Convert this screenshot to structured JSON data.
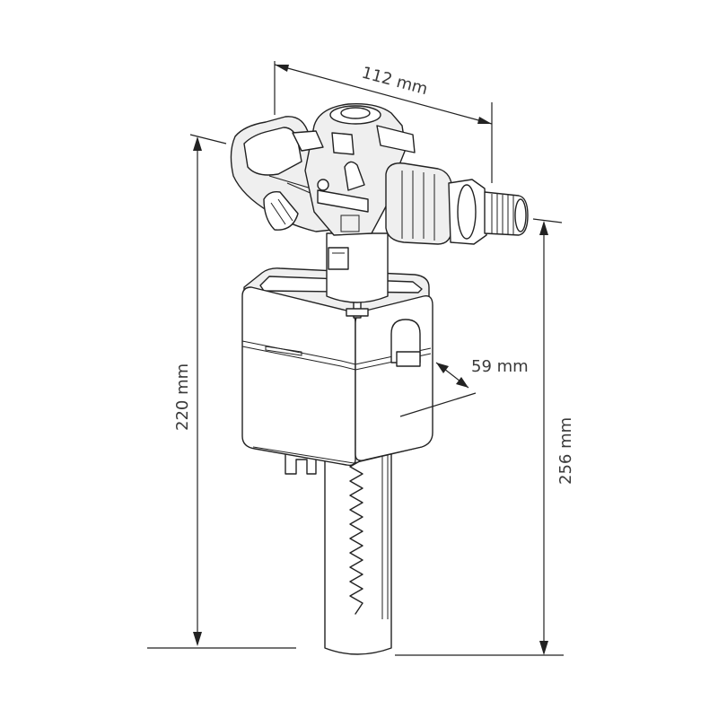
{
  "dimensions": {
    "width_label": "112 mm",
    "depth_label": "59 mm",
    "height_label": "220 mm",
    "total_height_label": "256 mm"
  }
}
